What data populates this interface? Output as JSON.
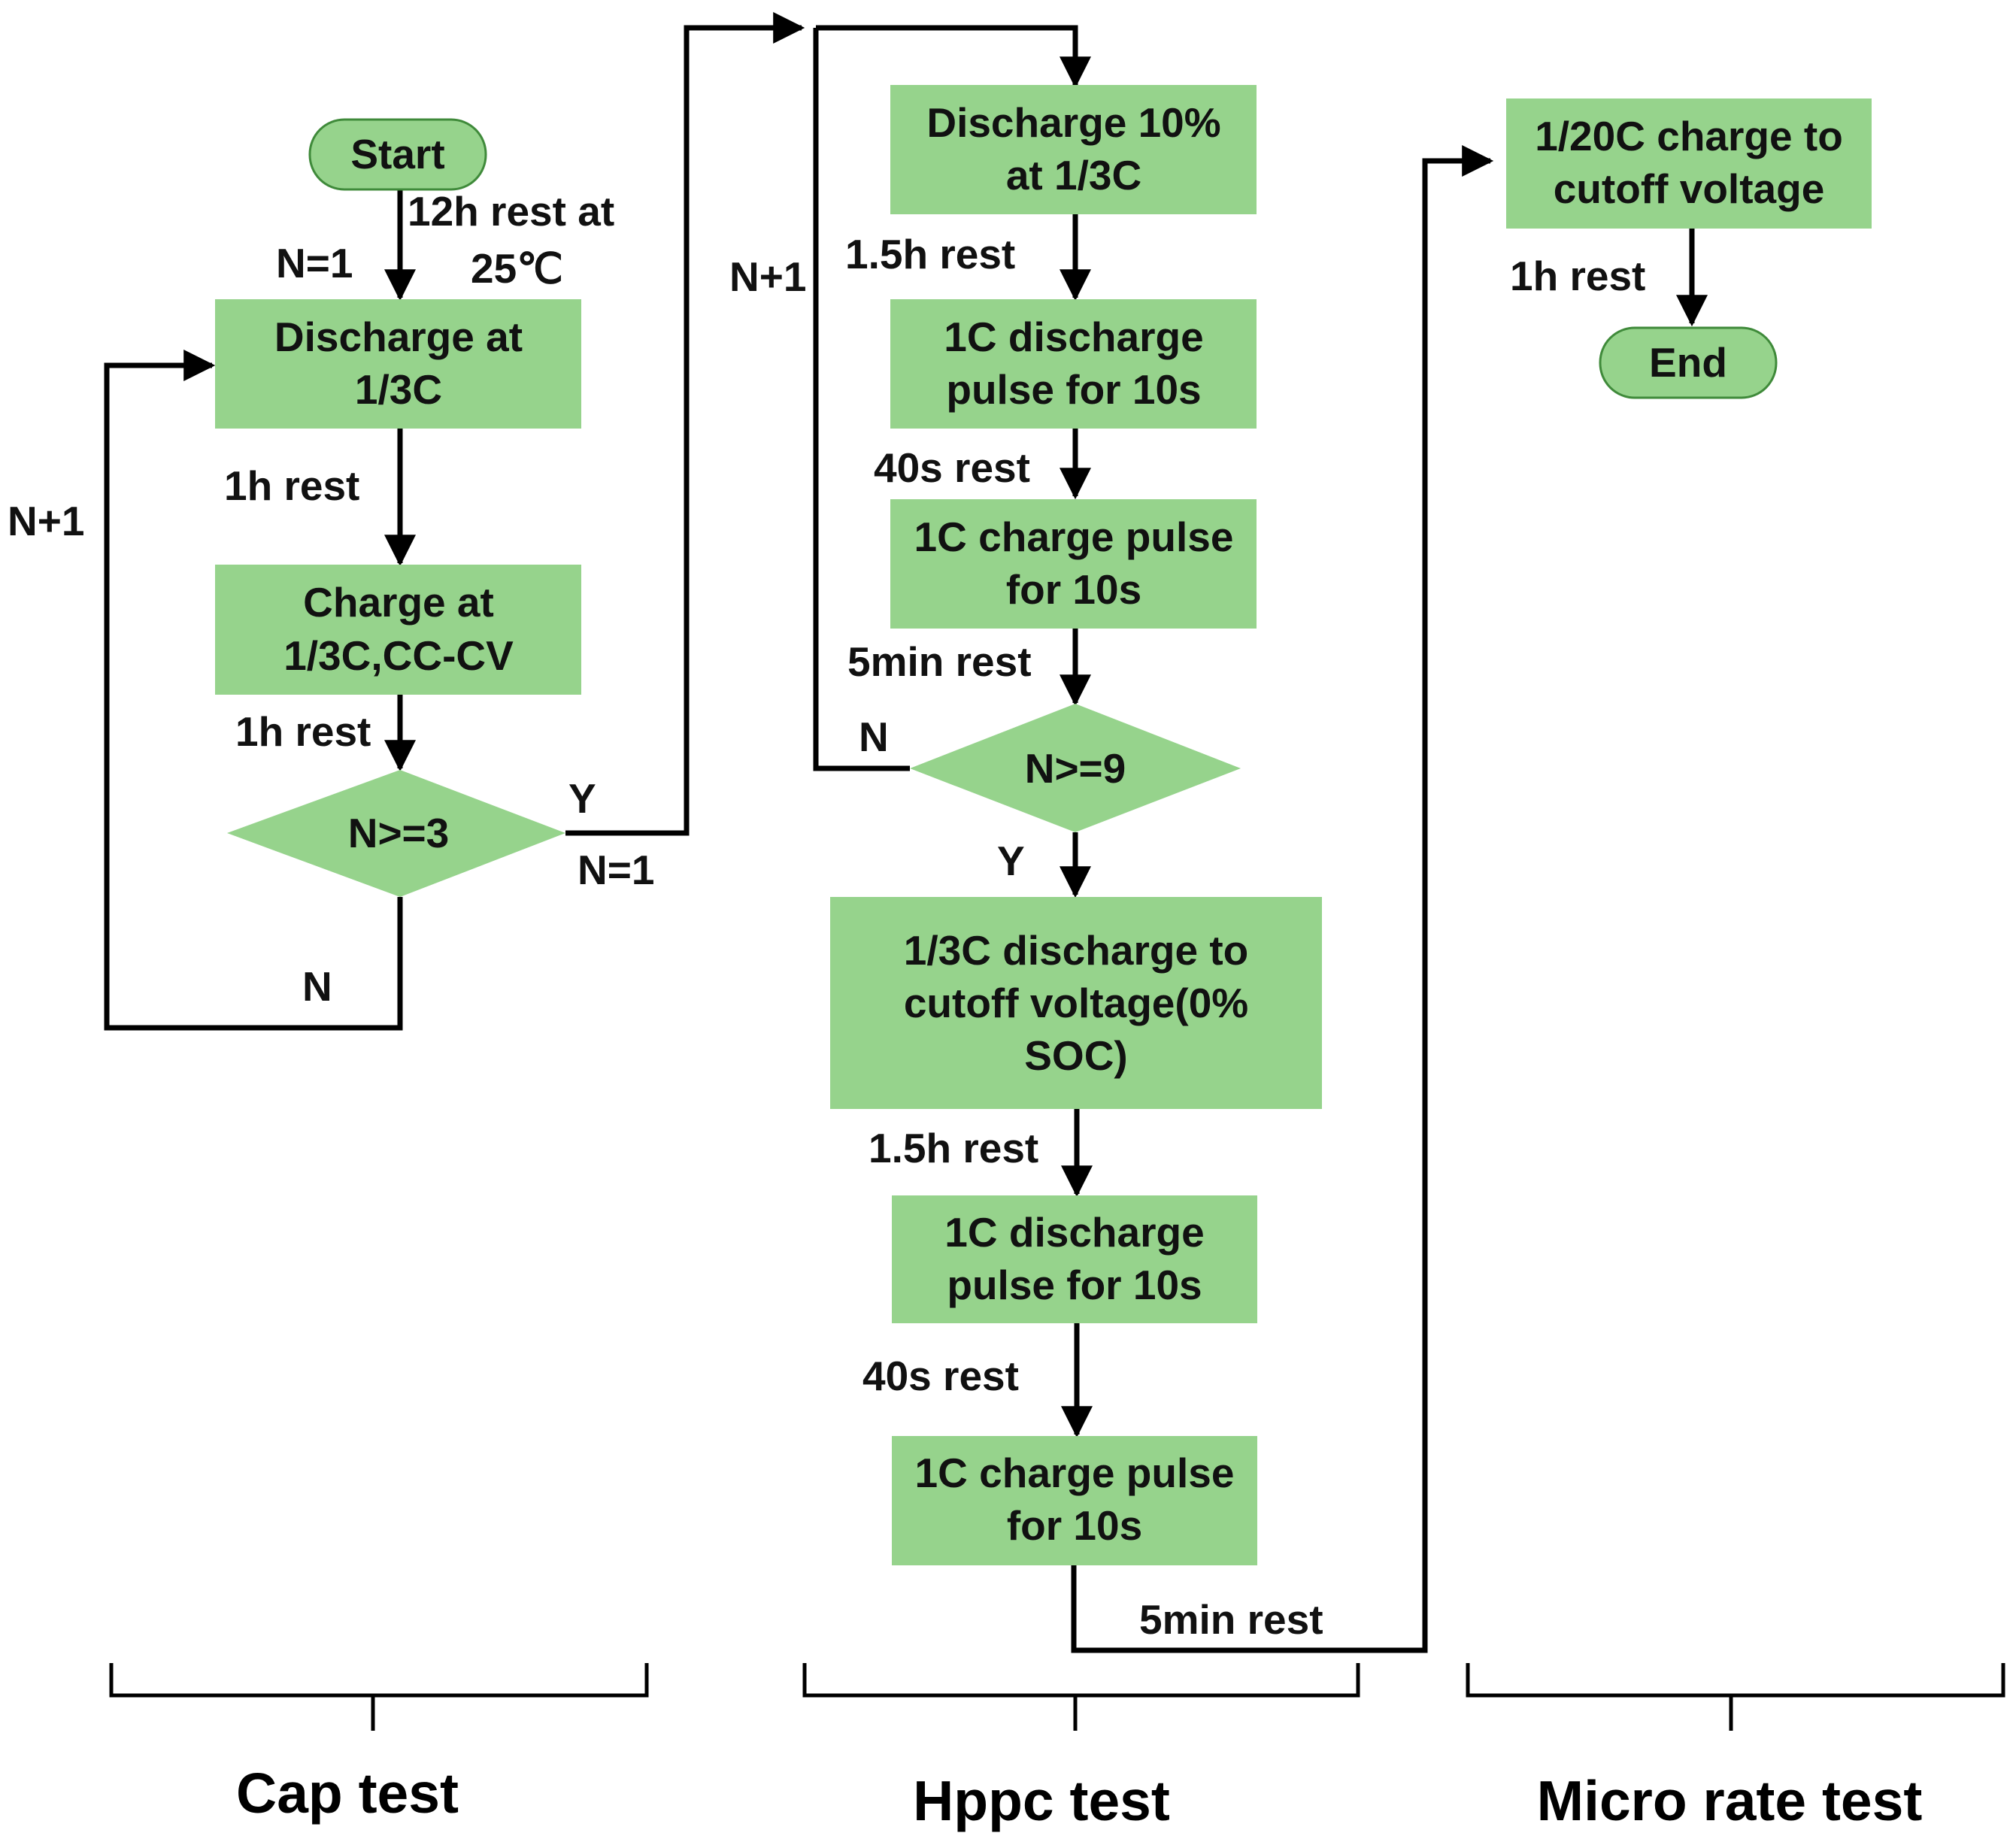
{
  "nodes": {
    "start": "Start",
    "cap_discharge": [
      "Discharge at",
      "1/3C"
    ],
    "cap_charge": [
      "Charge at",
      "1/3C,CC-CV"
    ],
    "cap_decision": "N>=3",
    "h_discharge10": [
      "Discharge 10%",
      "at 1/3C"
    ],
    "h_pulse_dis1": [
      "1C discharge",
      "pulse for 10s"
    ],
    "h_pulse_chg1": [
      "1C charge pulse",
      "for 10s"
    ],
    "h_decision": "N>=9",
    "h_discharge_cutoff": [
      "1/3C discharge to",
      "cutoff voltage(0%",
      "SOC)"
    ],
    "h_pulse_dis2": [
      "1C discharge",
      "pulse for 10s"
    ],
    "h_pulse_chg2": [
      "1C charge pulse",
      "for 10s"
    ],
    "m_charge": [
      "1/20C charge to",
      "cutoff voltage"
    ],
    "end": "End"
  },
  "edge_labels": {
    "rest_12h_line1": "12h rest at",
    "rest_12h_line2": "25℃",
    "cap_n1": "N=1",
    "cap_n_plus_1": "N+1",
    "cap_rest1": "1h rest",
    "cap_rest2": "1h rest",
    "cap_y": "Y",
    "cap_n": "N",
    "h_n1": "N=1",
    "h_n_plus_1": "N+1",
    "h_rest_15h_a": "1.5h rest",
    "h_rest_40s_a": "40s rest",
    "h_rest_5min_a": "5min rest",
    "h_n": "N",
    "h_y": "Y",
    "h_rest_15h_b": "1.5h rest",
    "h_rest_40s_b": "40s rest",
    "h_rest_5min_b": "5min rest",
    "m_rest": "1h rest"
  },
  "sections": {
    "cap": "Cap test",
    "hppc": "Hppc test",
    "micro": "Micro rate test"
  },
  "colors": {
    "box_fill": "#96d38c",
    "terminal_border": "#3f8a3a",
    "line": "#000000"
  }
}
